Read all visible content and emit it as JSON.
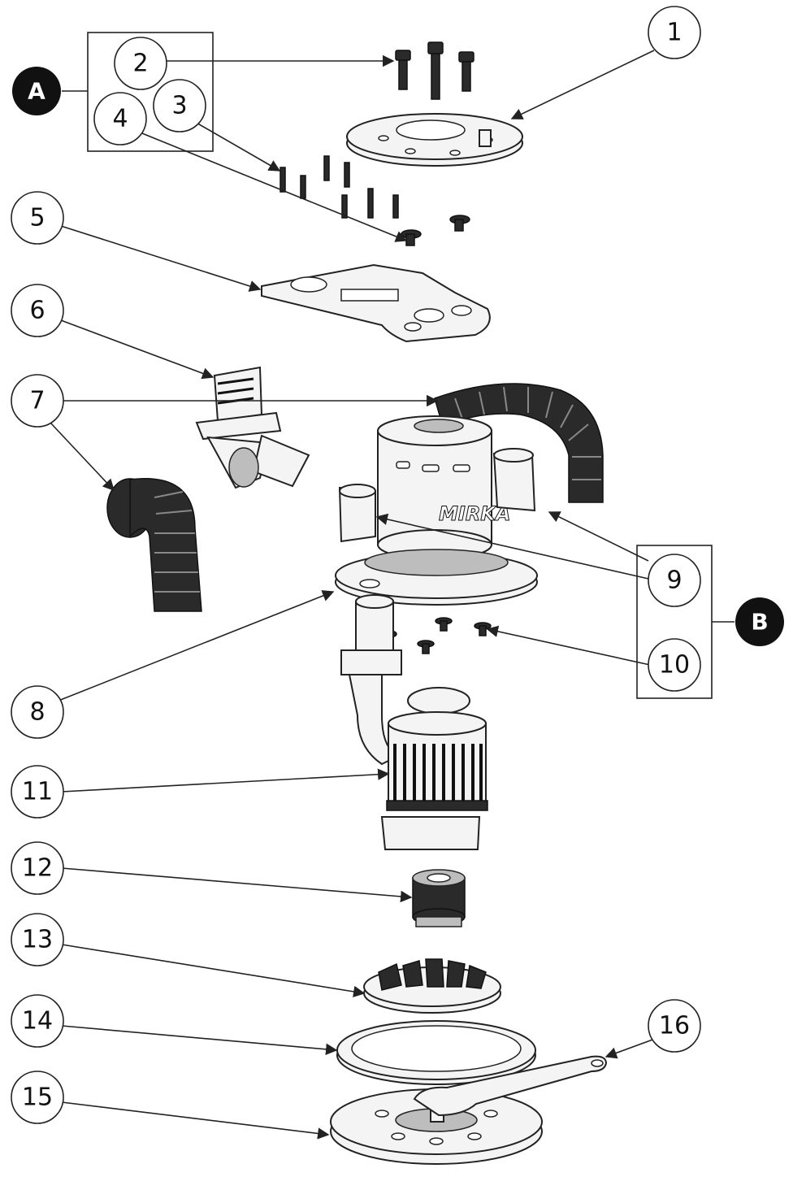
{
  "groups": [
    {
      "id": "A",
      "label": "A"
    },
    {
      "id": "B",
      "label": "B"
    }
  ],
  "callouts": [
    {
      "id": "1",
      "label": "1"
    },
    {
      "id": "2",
      "label": "2"
    },
    {
      "id": "3",
      "label": "3"
    },
    {
      "id": "4",
      "label": "4"
    },
    {
      "id": "5",
      "label": "5"
    },
    {
      "id": "6",
      "label": "6"
    },
    {
      "id": "7",
      "label": "7"
    },
    {
      "id": "8",
      "label": "8"
    },
    {
      "id": "9",
      "label": "9"
    },
    {
      "id": "10",
      "label": "10"
    },
    {
      "id": "11",
      "label": "11"
    },
    {
      "id": "12",
      "label": "12"
    },
    {
      "id": "13",
      "label": "13"
    },
    {
      "id": "14",
      "label": "14"
    },
    {
      "id": "15",
      "label": "15"
    },
    {
      "id": "16",
      "label": "16"
    }
  ],
  "motor_housing": {
    "brand": "MIRKA"
  }
}
